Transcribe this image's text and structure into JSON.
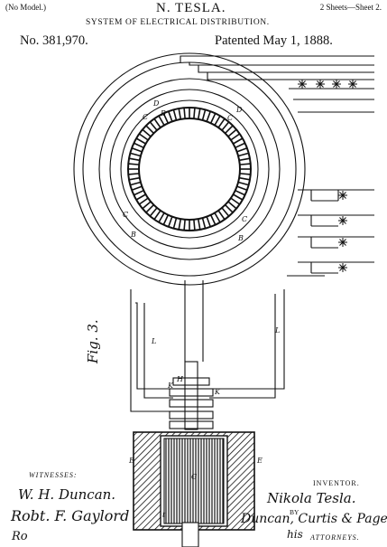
{
  "header": {
    "model_note": "(No Model.)",
    "inventor_name": "N. TESLA.",
    "sheet": "2 Sheets—Sheet 2.",
    "title": "SYSTEM OF ELECTRICAL DISTRIBUTION.",
    "patent_number": "No. 381,970.",
    "patent_date": "Patented May 1, 1888."
  },
  "figure": {
    "label": "Fig. 3.",
    "letters": {
      "c": "C",
      "d": "D",
      "b": "B",
      "e": "E",
      "g": "G",
      "k": "K",
      "l": "L",
      "h": "H",
      "t": "t",
      "s": "S"
    }
  },
  "footer": {
    "witnesses_label": "WITNESSES:",
    "witness_1": "W. H. Duncan.",
    "witness_2": "Robt. F. Gaylord",
    "witness_3": "Ro",
    "inventor_label": "INVENTOR.",
    "inventor_signature": "Nikola Tesla.",
    "by_label": "BY",
    "attorneys_signature": "Duncan, Curtis & Page",
    "his_label": "his",
    "attorneys_label": "ATTORNEYS."
  }
}
